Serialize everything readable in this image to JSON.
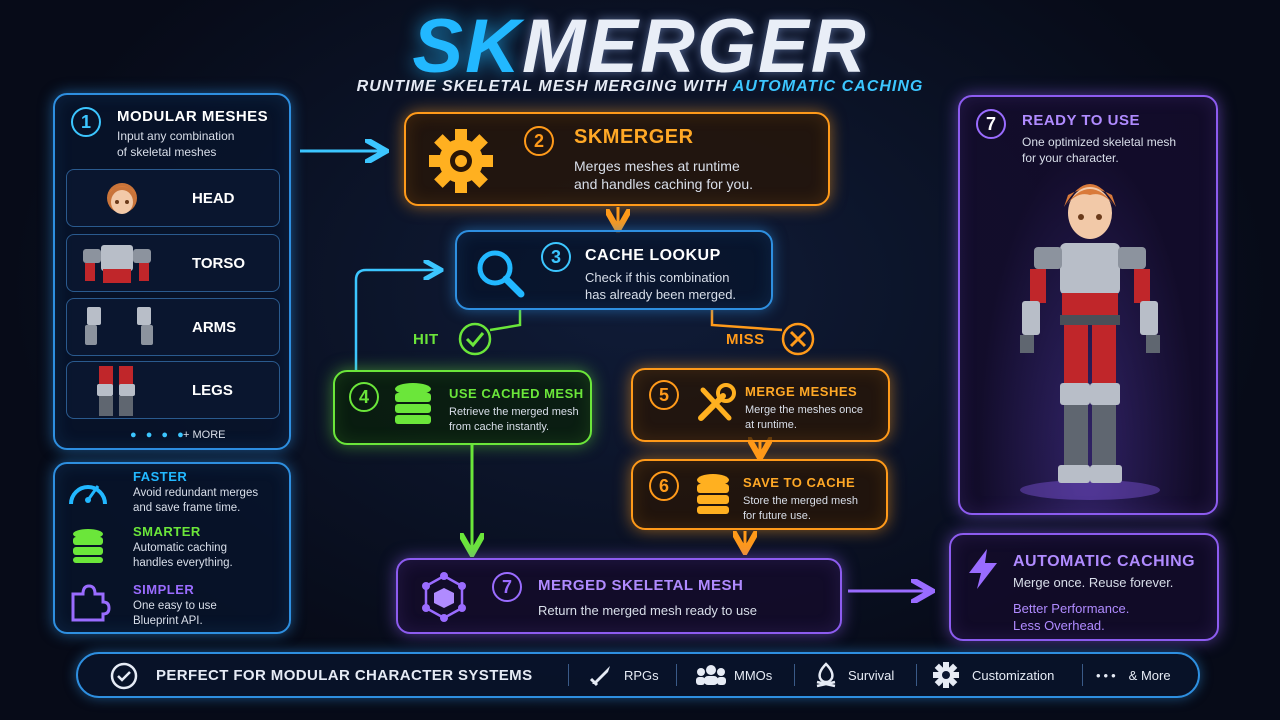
{
  "title": {
    "part1": "SK",
    "part2": "MERGER"
  },
  "subtitle": {
    "main": "RUNTIME SKELETAL MESH MERGING WITH ",
    "highlight": "AUTOMATIC CACHING"
  },
  "step1": {
    "num": "1",
    "title": "MODULAR MESHES",
    "desc1": "Input any combination",
    "desc2": "of skeletal meshes",
    "parts": [
      "HEAD",
      "TORSO",
      "ARMS",
      "LEGS"
    ],
    "more": "+ MORE"
  },
  "step2": {
    "num": "2",
    "title": "SKMERGER",
    "desc1": "Merges meshes at runtime",
    "desc2": "and handles caching for you."
  },
  "step3": {
    "num": "3",
    "title": "CACHE LOOKUP",
    "desc1": "Check if this combination",
    "desc2": "has already been merged."
  },
  "hit": "HIT",
  "miss": "MISS",
  "step4": {
    "num": "4",
    "title": "USE CACHED MESH",
    "desc1": "Retrieve the merged mesh",
    "desc2": "from cache instantly."
  },
  "step5": {
    "num": "5",
    "title": "MERGE MESHES",
    "desc1": "Merge the meshes once",
    "desc2": "at runtime."
  },
  "step6": {
    "num": "6",
    "title": "SAVE TO CACHE",
    "desc1": "Store the merged mesh",
    "desc2": "for future use."
  },
  "step7": {
    "num": "7",
    "title": "MERGED SKELETAL MESH",
    "desc": "Return the merged mesh ready to use"
  },
  "ready": {
    "num": "7",
    "title": "READY TO USE",
    "desc1": "One optimized skeletal mesh",
    "desc2": "for your character."
  },
  "auto": {
    "title": "AUTOMATIC CACHING",
    "desc": "Merge once. Reuse forever.",
    "line1": "Better Performance.",
    "line2": "Less Overhead."
  },
  "features": [
    {
      "title": "FASTER",
      "desc1": "Avoid redundant merges",
      "desc2": "and save frame time.",
      "icon": "speedometer-icon"
    },
    {
      "title": "SMARTER",
      "desc1": "Automatic caching",
      "desc2": "handles everything.",
      "icon": "database-icon"
    },
    {
      "title": "SIMPLER",
      "desc1": "One easy to use",
      "desc2": "Blueprint API.",
      "icon": "puzzle-icon"
    }
  ],
  "bottom": {
    "title": "PERFECT FOR MODULAR CHARACTER SYSTEMS",
    "items": [
      "RPGs",
      "MMOs",
      "Survival",
      "Customization",
      "& More"
    ]
  },
  "colors": {
    "blue": "#2e8fe0",
    "orange": "#ff9a1a",
    "green": "#6be63a",
    "purple": "#8d5cf0",
    "cyan": "#22b8ff"
  }
}
